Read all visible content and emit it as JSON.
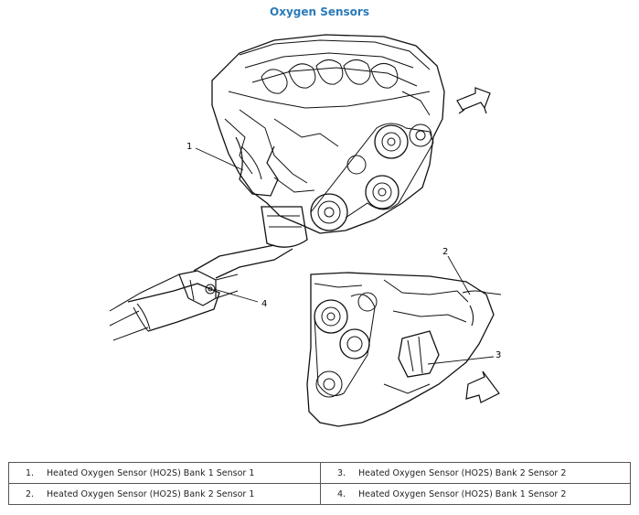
{
  "title": "Oxygen Sensors",
  "callouts": [
    "1",
    "2",
    "3",
    "4"
  ],
  "legend": [
    {
      "num": "1.",
      "text": "Heated Oxygen Sensor (HO2S) Bank 1 Sensor 1"
    },
    {
      "num": "3.",
      "text": "Heated Oxygen Sensor (HO2S) Bank 2 Sensor 2"
    },
    {
      "num": "2.",
      "text": "Heated Oxygen Sensor (HO2S) Bank 2 Sensor 1"
    },
    {
      "num": "4.",
      "text": "Heated Oxygen Sensor (HO2S) Bank 1 Sensor 2"
    }
  ]
}
